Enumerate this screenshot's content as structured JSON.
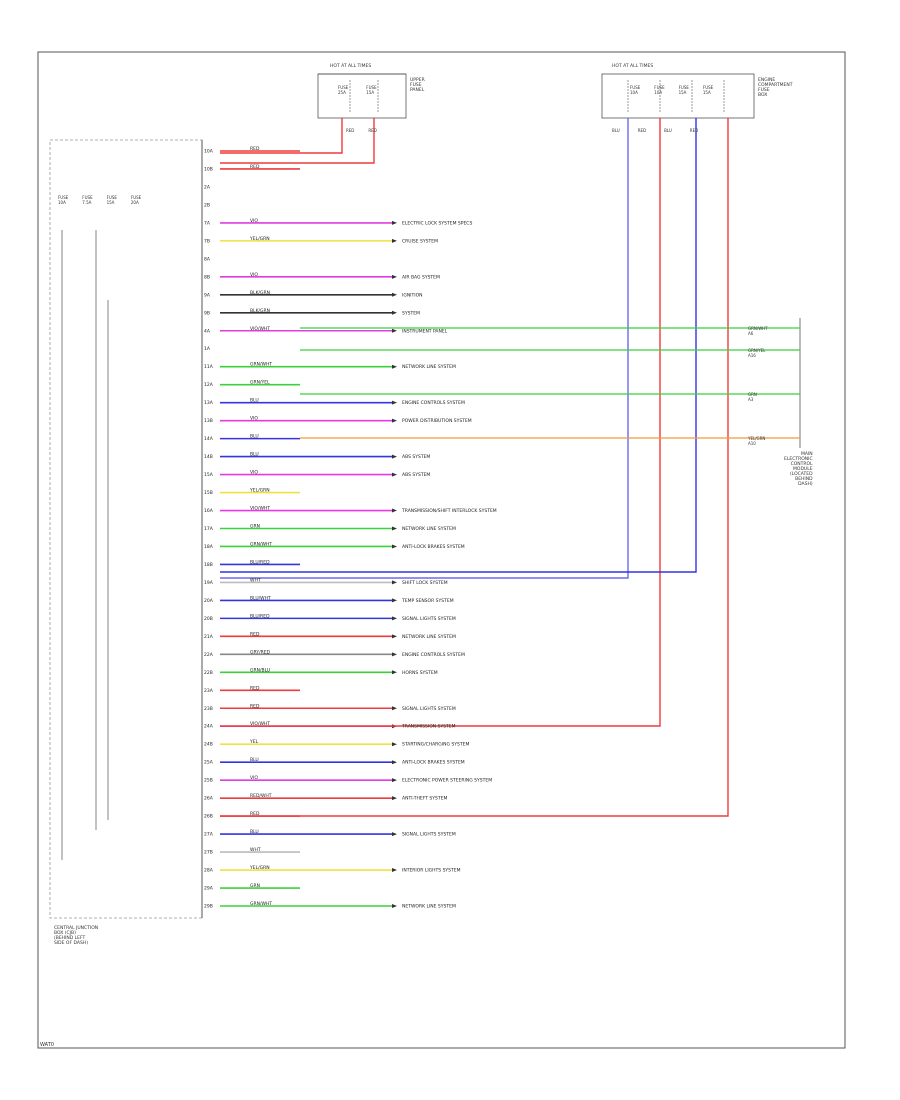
{
  "diagram": {
    "footer_code": "WAT0",
    "fuse_box_caption": [
      "CENTRAL JUNCTION",
      "BOX (CJB)",
      "(BEHIND LEFT",
      "SIDE OF DASH)"
    ],
    "right_connector_caption": [
      "MAIN",
      "ELECTRONIC",
      "CONTROL",
      "MODULE",
      "(LOCATED",
      "BEHIND",
      "DASH)"
    ],
    "top_hot_labels_left": [
      "HOT AT",
      "ALL TIMES"
    ],
    "top_hot_labels_right": [
      "HOT AT",
      "ALL TIMES"
    ],
    "top_left_box_labels": [
      "FUSE",
      "25A",
      "FUSE",
      "15A"
    ],
    "top_right_box_labels": [
      "FUSE",
      "10A",
      "FUSE",
      "10A",
      "FUSE",
      "15A",
      "FUSE",
      "15A"
    ],
    "top_left_caption": [
      "UPPER",
      "FUSE",
      "PANEL"
    ],
    "top_right_caption": [
      "ENGINE",
      "COMPARTMENT",
      "FUSE",
      "BOX"
    ],
    "top_left_wire_labels": [
      "RED",
      "RED"
    ],
    "top_right_wire_labels": [
      "BLU",
      "RED",
      "BLU",
      "RED"
    ],
    "wires": [
      {
        "pin": "10A",
        "color": "RED",
        "dest": ""
      },
      {
        "pin": "10B",
        "color": "RED",
        "dest": ""
      },
      {
        "pin": "2A",
        "color": "",
        "dest": ""
      },
      {
        "pin": "2B",
        "color": "",
        "dest": ""
      },
      {
        "pin": "7A",
        "color": "VIO",
        "dest": "ELECTRIC LOCK SYSTEM SPECS"
      },
      {
        "pin": "7B",
        "color": "YEL/GRN",
        "dest": "CRUISE SYSTEM"
      },
      {
        "pin": "8A",
        "color": "",
        "dest": ""
      },
      {
        "pin": "8B",
        "color": "VIO",
        "dest": "AIR BAG SYSTEM"
      },
      {
        "pin": "9A",
        "color": "BLK/GRN",
        "dest": "IGNITION"
      },
      {
        "pin": "9B",
        "color": "BLK/GRN",
        "dest": "SYSTEM"
      },
      {
        "pin": "4A",
        "color": "VIO/WHT",
        "dest": "INSTRUMENT PANEL"
      },
      {
        "pin": "1A",
        "color": "",
        "dest": ""
      },
      {
        "pin": "11A",
        "color": "GRN/WHT",
        "dest": "NETWORK LINE SYSTEM"
      },
      {
        "pin": "12A",
        "color": "GRN/YEL",
        "dest": ""
      },
      {
        "pin": "13A",
        "color": "BLU",
        "dest": "ENGINE CONTROLS SYSTEM"
      },
      {
        "pin": "13B",
        "color": "VIO",
        "dest": "POWER DISTRIBUTION SYSTEM"
      },
      {
        "pin": "14A",
        "color": "BLU",
        "dest": ""
      },
      {
        "pin": "14B",
        "color": "BLU",
        "dest": "ABS SYSTEM"
      },
      {
        "pin": "15A",
        "color": "VIO",
        "dest": "ABS SYSTEM"
      },
      {
        "pin": "15B",
        "color": "YEL/GRN",
        "dest": ""
      },
      {
        "pin": "16A",
        "color": "VIO/WHT",
        "dest": "TRANSMISSION/SHIFT INTERLOCK SYSTEM"
      },
      {
        "pin": "17A",
        "color": "GRN",
        "dest": "NETWORK LINE SYSTEM"
      },
      {
        "pin": "18A",
        "color": "GRN/WHT",
        "dest": "ANTI-LOCK BRAKES SYSTEM"
      },
      {
        "pin": "18B",
        "color": "BLU/RED",
        "dest": ""
      },
      {
        "pin": "19A",
        "color": "WHT",
        "dest": "SHIFT LOCK SYSTEM"
      },
      {
        "pin": "20A",
        "color": "BLU/WHT",
        "dest": "TEMP SENSOR SYSTEM"
      },
      {
        "pin": "20B",
        "color": "BLU/RED",
        "dest": "SIGNAL LIGHTS SYSTEM"
      },
      {
        "pin": "21A",
        "color": "RED",
        "dest": "NETWORK LINE SYSTEM"
      },
      {
        "pin": "22A",
        "color": "GRY/RED",
        "dest": "ENGINE CONTROLS SYSTEM"
      },
      {
        "pin": "22B",
        "color": "GRN/BLU",
        "dest": "HORNS SYSTEM"
      },
      {
        "pin": "23A",
        "color": "RED",
        "dest": ""
      },
      {
        "pin": "23B",
        "color": "RED",
        "dest": "SIGNAL LIGHTS SYSTEM"
      },
      {
        "pin": "24A",
        "color": "VIO/WHT",
        "dest": "TRANSMISSION SYSTEM"
      },
      {
        "pin": "24B",
        "color": "YEL",
        "dest": "STARTING/CHARGING SYSTEM"
      },
      {
        "pin": "25A",
        "color": "BLU",
        "dest": "ANTI-LOCK BRAKES SYSTEM"
      },
      {
        "pin": "25B",
        "color": "VIO",
        "dest": "ELECTRONIC POWER STEERING SYSTEM"
      },
      {
        "pin": "26A",
        "color": "RED/WHT",
        "dest": "ANTI-THEFT SYSTEM"
      },
      {
        "pin": "26B",
        "color": "RED",
        "dest": ""
      },
      {
        "pin": "27A",
        "color": "BLU",
        "dest": "SIGNAL LIGHTS SYSTEM"
      },
      {
        "pin": "27B",
        "color": "WHT",
        "dest": ""
      },
      {
        "pin": "28A",
        "color": "YEL/GRN",
        "dest": "INTERIOR LIGHTS SYSTEM"
      },
      {
        "pin": "29A",
        "color": "GRN",
        "dest": ""
      },
      {
        "pin": "29B",
        "color": "GRN/WHT",
        "dest": "NETWORK LINE SYSTEM"
      }
    ],
    "right_wire_labels": [
      "GRN/WHT",
      "GRN/YEL",
      "GRN",
      "YEL/GRN"
    ],
    "right_pin_labels": [
      "A6",
      "A16",
      "A3",
      "A10"
    ],
    "fuse_labels": [
      "FUSE",
      "10A",
      "FUSE",
      "7.5A",
      "FUSE",
      "15A",
      "FUSE",
      "20A"
    ]
  }
}
